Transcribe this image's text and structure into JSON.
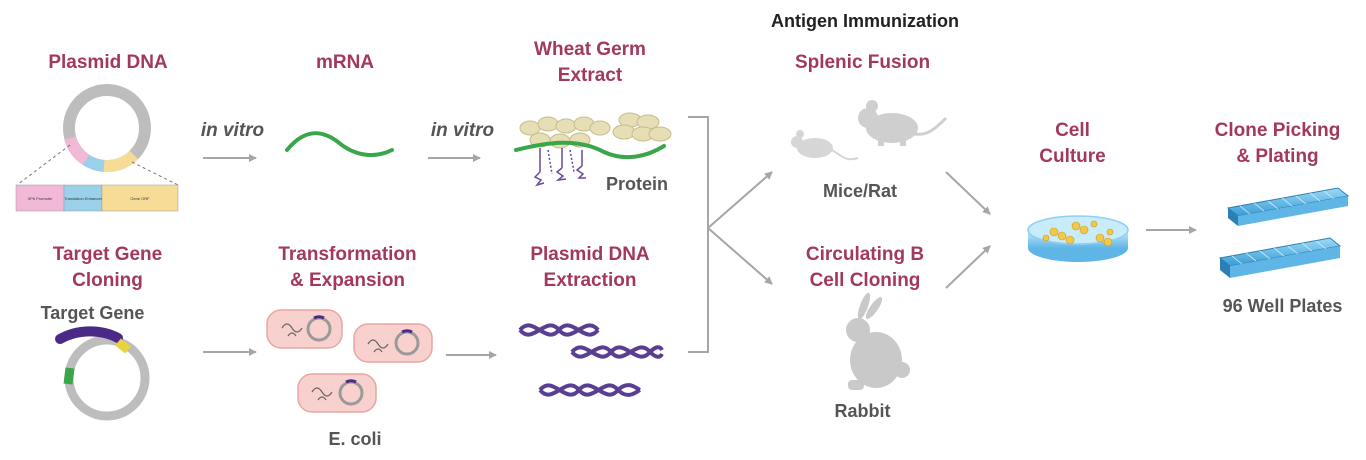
{
  "header": {
    "antigen_immunization": "Antigen Immunization"
  },
  "row1": {
    "plasmid_dna": "Plasmid DNA",
    "in_vitro_1": "in vitro",
    "mrna": "mRNA",
    "in_vitro_2": "in vitro",
    "wheat_germ_line1": "Wheat Germ",
    "wheat_germ_line2": "Extract",
    "protein": "Protein",
    "plasmid_segments": [
      "SP6 Promoter",
      "Translation Enhancer",
      "Gene ORF"
    ]
  },
  "row2": {
    "target_gene_cloning_line1": "Target Gene",
    "target_gene_cloning_line2": "Cloning",
    "target_gene": "Target Gene",
    "transformation_line1": "Transformation",
    "transformation_line2": "& Expansion",
    "e_coli": "E. coli",
    "plasmid_extraction_line1": "Plasmid DNA",
    "plasmid_extraction_line2": "Extraction"
  },
  "immunization": {
    "splenic_fusion": "Splenic Fusion",
    "mice_rat": "Mice/Rat",
    "circulating_line1": "Circulating B",
    "circulating_line2": "Cell Cloning",
    "rabbit": "Rabbit"
  },
  "culture": {
    "cell_culture_line1": "Cell",
    "cell_culture_line2": "Culture",
    "clone_picking_line1": "Clone Picking",
    "clone_picking_line2": "& Plating",
    "well_plates": "96 Well Plates"
  },
  "colors": {
    "accent_label": "#a3385e",
    "mrna_green": "#3aa64a",
    "dna_purple": "#5a3e91",
    "arrow_gray": "#a6a6a6",
    "silhouette_gray": "#c9c9c9",
    "wheat_germ": "#e6deb4",
    "ecoli_pink": "#f8d0cd",
    "promoter_pink": "#f2b9d6",
    "enhancer_blue": "#9bd0ea",
    "orf_yellow": "#f7dc97",
    "dish_blue": "#8fd0f2",
    "plate_blue": "#3a9dd6"
  },
  "icons": [
    "plasmid-icon",
    "mrna-strand-icon",
    "wheat-germ-icon",
    "protein-icon",
    "ecoli-cell-icon",
    "dna-helix-icon",
    "mouse-icon",
    "rat-icon",
    "rabbit-icon",
    "petri-dish-icon",
    "well-plate-icon",
    "arrow-icon"
  ]
}
